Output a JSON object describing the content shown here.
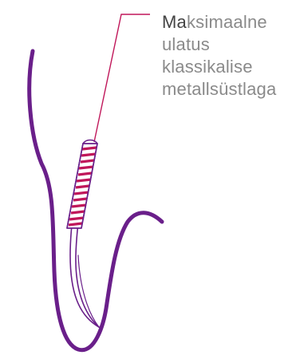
{
  "annotation": {
    "lines": [
      {
        "emph": "Ma",
        "rest": "ksimaalne"
      },
      {
        "emph": "",
        "rest": "ulatus"
      },
      {
        "emph": "",
        "rest": "klassikalise"
      },
      {
        "emph": "",
        "rest": "metallsüstlaga"
      }
    ]
  },
  "colors": {
    "outline": "#6a1f8a",
    "needle": "#6a1f8a",
    "stripe": "#c0175a",
    "leader": "#c0175a",
    "text": "#8a8a8a",
    "text_emphasis": "#444444"
  },
  "icons": {
    "needle": "syringe-needle-icon",
    "tissue": "tissue-outline-icon"
  }
}
